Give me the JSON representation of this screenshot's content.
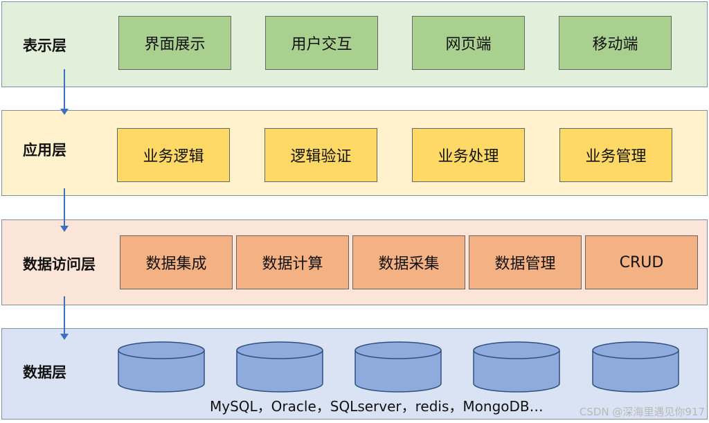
{
  "layers": {
    "presentation": {
      "label": "表示层",
      "items": [
        "界面展示",
        "用户交互",
        "网页端",
        "移动端"
      ]
    },
    "application": {
      "label": "应用层",
      "items": [
        "业务逻辑",
        "逻辑验证",
        "业务处理",
        "业务管理"
      ]
    },
    "data_access": {
      "label": "数据访问层",
      "items": [
        "数据集成",
        "数据计算",
        "数据采集",
        "数据管理",
        "CRUD"
      ]
    },
    "data": {
      "label": "数据层",
      "databases_caption": "MySQL，Oracle，SQLserver，redis，MongoDB…"
    }
  },
  "colors": {
    "presentation_bg": "#e2efda",
    "presentation_box": "#a9d08e",
    "application_bg": "#fff2cc",
    "application_box": "#ffd966",
    "data_access_bg": "#fbe4d8",
    "data_access_box": "#f4b183",
    "data_bg": "#dae3f3",
    "cylinder": "#8faadc",
    "arrow": "#3d6fc1"
  },
  "watermark": "CSDN @深海里遇见你917"
}
